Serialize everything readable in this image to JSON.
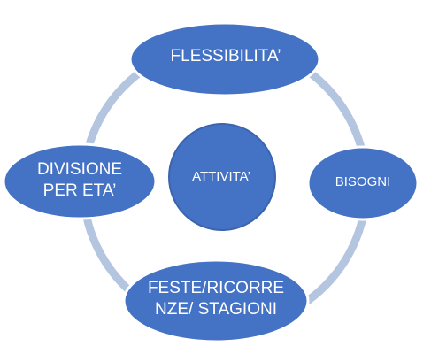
{
  "diagram": {
    "center": "ATTIVITA’",
    "top": "FLESSIBILITA’",
    "right": "BISOGNI",
    "left_line1": "DIVISIONE",
    "left_line2": "PER ETA’",
    "bottom_line1": "FESTE/RICORRE",
    "bottom_line2": "NZE/ STAGIONI"
  },
  "colors": {
    "node_fill": "#4472C4",
    "node_stroke": "#3A64AE",
    "ring": "#B4C5E0",
    "text": "#FFFFFF"
  }
}
